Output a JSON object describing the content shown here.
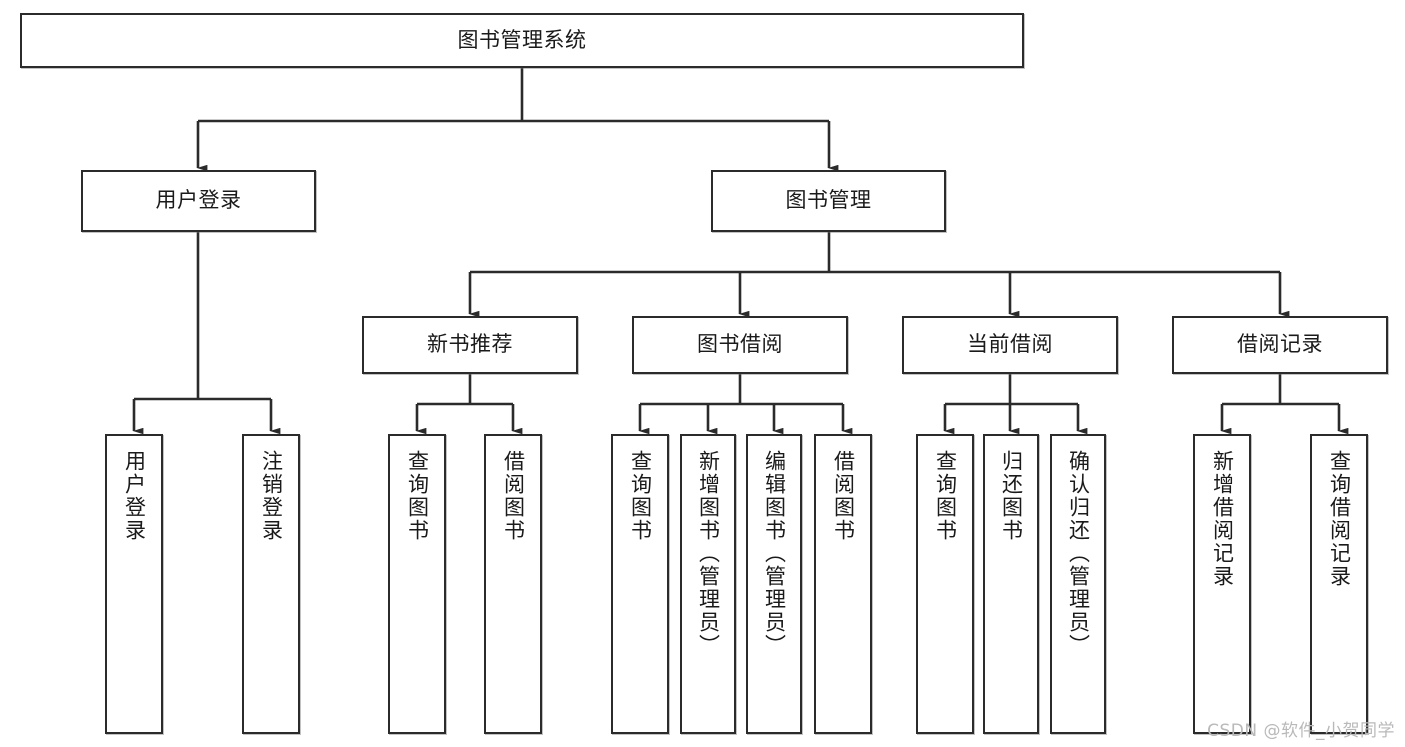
{
  "diagram": {
    "type": "tree-hierarchy-chart",
    "title_text": "图书管理系统",
    "root": {
      "label": "图书管理系统"
    },
    "level2": [
      {
        "label": "用户登录"
      },
      {
        "label": "图书管理"
      }
    ],
    "level3": [
      {
        "label": "新书推荐"
      },
      {
        "label": "图书借阅"
      },
      {
        "label": "当前借阅"
      },
      {
        "label": "借阅记录"
      }
    ],
    "leaves": {
      "user_login": [
        {
          "label": "用户登录"
        },
        {
          "label": "注销登录"
        }
      ],
      "new_book_recommend": [
        {
          "label": "查询图书"
        },
        {
          "label": "借阅图书"
        }
      ],
      "book_borrow": [
        {
          "label": "查询图书"
        },
        {
          "label": "新增图书（管理员）"
        },
        {
          "label": "编辑图书（管理员）"
        },
        {
          "label": "借阅图书"
        }
      ],
      "current_borrow": [
        {
          "label": "查询图书"
        },
        {
          "label": "归还图书"
        },
        {
          "label": "确认归还（管理员）"
        }
      ],
      "borrow_record": [
        {
          "label": "新增借阅记录"
        },
        {
          "label": "查询借阅记录"
        }
      ]
    },
    "watermark": "CSDN @软件_小贺同学",
    "colors": {
      "stroke": "#2b2b2b",
      "fill": "#ffffff",
      "text": "#1a1a1a",
      "watermark": "#b9b9b9",
      "background": "#ffffff"
    }
  }
}
